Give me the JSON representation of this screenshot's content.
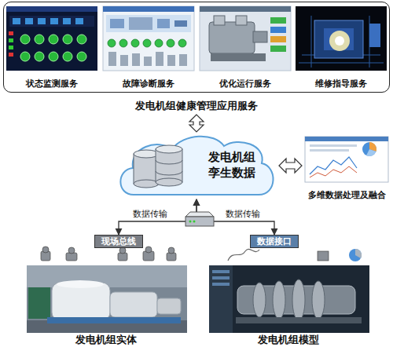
{
  "diagram": {
    "nodes": [
      {
        "text": [
          "发电机组健康管理应用服务"
        ]
      },
      {
        "text": [
          "状态监测服务"
        ],
        "in": 0
      },
      {
        "text": [
          "故障诊断服务"
        ],
        "in": 0
      },
      {
        "text": [
          "优化运行服务"
        ],
        "in": 0
      },
      {
        "text": [
          "维修指导服务"
        ],
        "in": 0
      },
      {
        "text": [
          "发电机组 孪生数据"
        ]
      },
      {
        "text": [
          "多维数据处理及融合"
        ]
      },
      {
        "text": [
          "发电机组实体"
        ]
      },
      {
        "text": [
          "现场总线"
        ],
        "in": 7
      },
      {
        "text": [
          "发电机组模型"
        ]
      },
      {
        "text": [
          "数据接口"
        ],
        "in": 9
      }
    ],
    "edges": [
      {
        "from": 0,
        "to": 5,
        "arrow": "both"
      },
      {
        "from": 5,
        "to": 6,
        "arrow": "both"
      },
      {
        "from": 5,
        "to": 8,
        "label": "数据传输",
        "arrow": "both"
      },
      {
        "from": 5,
        "to": 10,
        "label": "数据传输",
        "arrow": "both"
      }
    ]
  }
}
